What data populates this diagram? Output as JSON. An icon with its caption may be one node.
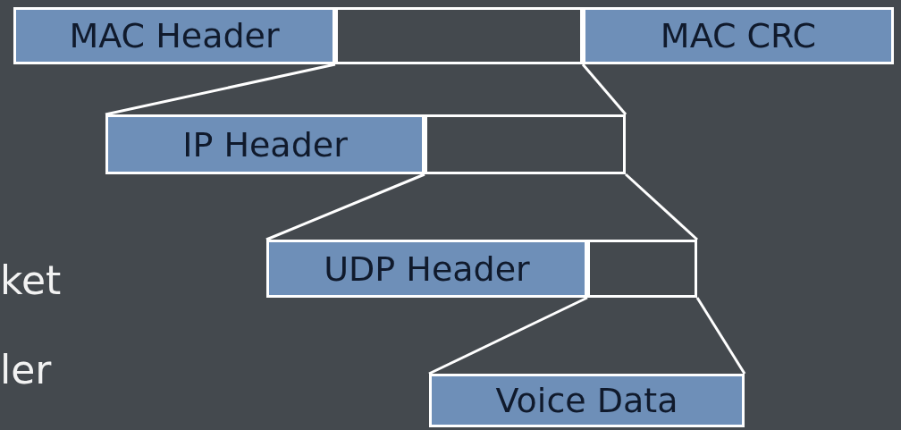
{
  "diagram": {
    "nodes": [
      {
        "text": [
          "MAC Header"
        ]
      },
      {
        "text": [],
        "shape": "box"
      },
      {
        "text": [
          "MAC CRC"
        ]
      },
      {
        "text": [
          "IP Header"
        ]
      },
      {
        "text": [],
        "shape": "box"
      },
      {
        "text": [
          "UDP Header"
        ]
      },
      {
        "text": [],
        "shape": "box"
      },
      {
        "text": [
          "Voice Data"
        ]
      }
    ],
    "edges": [
      {
        "from": 1,
        "to": 3,
        "arrow": "none"
      },
      {
        "from": 1,
        "to": 4,
        "arrow": "none"
      },
      {
        "from": 4,
        "to": 5,
        "arrow": "none"
      },
      {
        "from": 4,
        "to": 6,
        "arrow": "none"
      },
      {
        "from": 6,
        "to": 7,
        "arrow": "none"
      },
      {
        "from": 6,
        "to": 7,
        "arrow": "none"
      }
    ],
    "labels": [
      "ket",
      "ler"
    ]
  }
}
